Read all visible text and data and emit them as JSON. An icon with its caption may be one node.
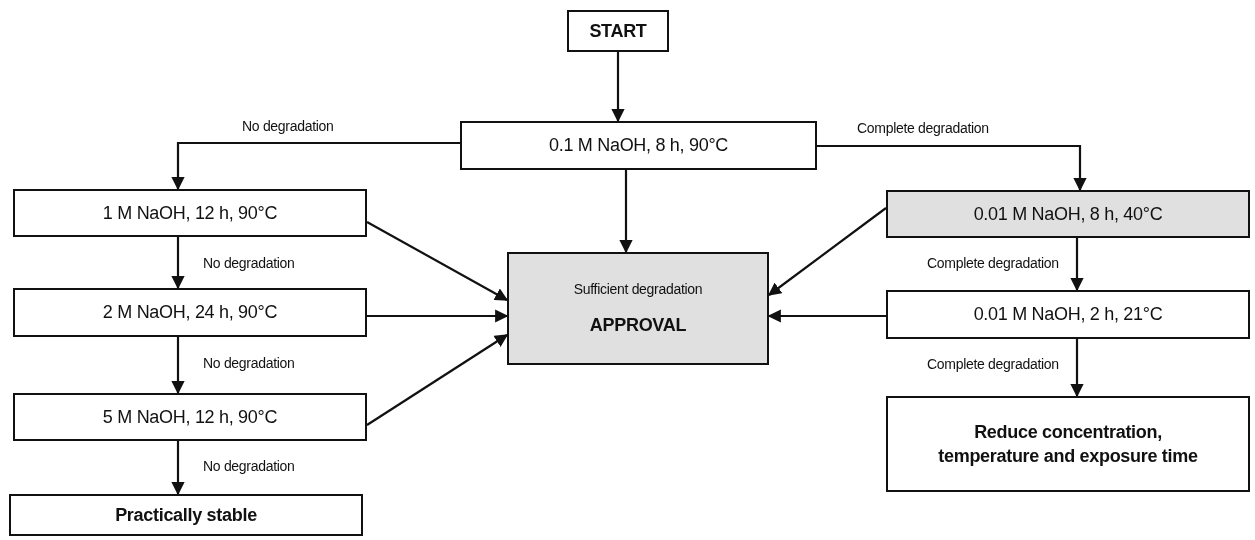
{
  "diagram": {
    "nodes": [
      {
        "text": [
          "START"
        ]
      },
      {
        "text": [
          "0.1 M NaOH, 8 h, 90°C"
        ]
      },
      {
        "text": [
          "1 M NaOH, 12 h, 90°C"
        ]
      },
      {
        "text": [
          "2 M NaOH, 24 h, 90°C"
        ]
      },
      {
        "text": [
          "5 M NaOH, 12 h, 90°C"
        ]
      },
      {
        "text": [
          "Practically stable"
        ]
      },
      {
        "text": [
          "Sufficient degradation",
          "APPROVAL"
        ]
      },
      {
        "text": [
          "0.01 M NaOH, 8 h, 40°C"
        ]
      },
      {
        "text": [
          "0.01 M NaOH, 2 h, 21°C"
        ]
      },
      {
        "text": [
          "Reduce concentration, temperature and exposure time"
        ]
      }
    ],
    "edges": [
      {
        "from": 0,
        "to": 1,
        "arrow": "to"
      },
      {
        "from": 1,
        "to": 2,
        "arrow": "to",
        "label": "No degradation"
      },
      {
        "from": 1,
        "to": 6,
        "arrow": "to"
      },
      {
        "from": 1,
        "to": 7,
        "arrow": "to",
        "label": "Complete degradation"
      },
      {
        "from": 2,
        "to": 3,
        "arrow": "to",
        "label": "No degradation"
      },
      {
        "from": 3,
        "to": 4,
        "arrow": "to",
        "label": "No degradation"
      },
      {
        "from": 4,
        "to": 5,
        "arrow": "to",
        "label": "No degradation"
      },
      {
        "from": 2,
        "to": 6,
        "arrow": "to"
      },
      {
        "from": 3,
        "to": 6,
        "arrow": "to"
      },
      {
        "from": 4,
        "to": 6,
        "arrow": "to"
      },
      {
        "from": 7,
        "to": 6,
        "arrow": "to"
      },
      {
        "from": 8,
        "to": 6,
        "arrow": "to"
      },
      {
        "from": 7,
        "to": 8,
        "arrow": "to",
        "label": "Complete degradation"
      },
      {
        "from": 8,
        "to": 9,
        "arrow": "to",
        "label": "Complete degradation"
      }
    ]
  }
}
